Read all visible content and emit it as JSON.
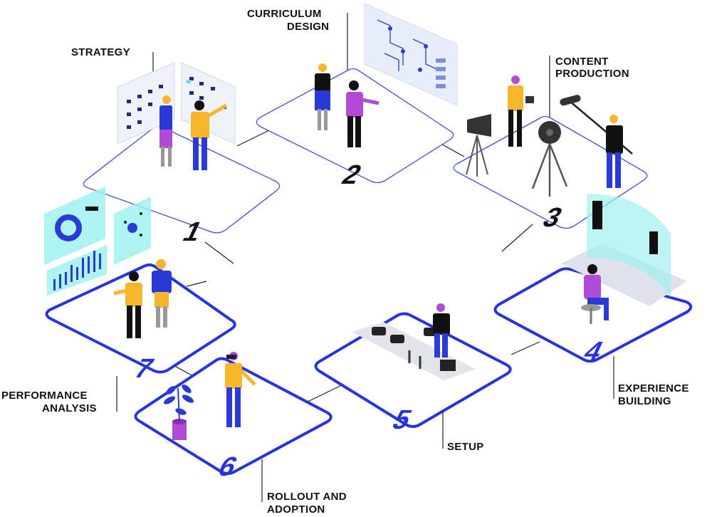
{
  "colors": {
    "thin_stage_stroke": "#3f51d4",
    "bold_stage_stroke": "#2733e0",
    "connector": "#222222",
    "yellow": "#f7b52b",
    "purple": "#b14bd6",
    "blue": "#2a3ad6",
    "black": "#111111",
    "screen_cyan": "#9ff1f0"
  },
  "stages": [
    {
      "number": "1",
      "label_lines": [
        "STRATEGY"
      ]
    },
    {
      "number": "2",
      "label_lines": [
        "CURRICULUM",
        "DESIGN"
      ]
    },
    {
      "number": "3",
      "label_lines": [
        "CONTENT",
        "PRODUCTION"
      ]
    },
    {
      "number": "4",
      "label_lines": [
        "EXPERIENCE",
        "BUILDING"
      ]
    },
    {
      "number": "5",
      "label_lines": [
        "SETUP"
      ]
    },
    {
      "number": "6",
      "label_lines": [
        "ROLLOUT AND",
        "ADOPTION"
      ]
    },
    {
      "number": "7",
      "label_lines": [
        "PERFORMANCE",
        "ANALYSIS"
      ]
    }
  ]
}
